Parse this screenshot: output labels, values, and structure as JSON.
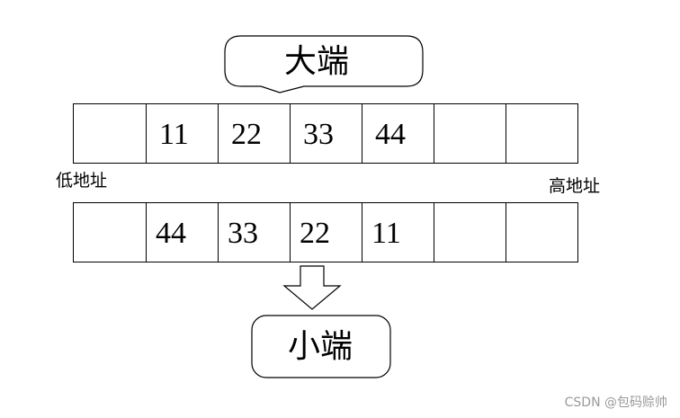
{
  "big_endian_label": "大端",
  "little_endian_label": "小端",
  "top_row": [
    "",
    "11",
    "22",
    "33",
    "44",
    "",
    "",
    ""
  ],
  "bottom_row": [
    "",
    "44",
    "33",
    "22",
    "11",
    "",
    "",
    ""
  ],
  "low_address_label": "低地址",
  "high_address_label": "高地址",
  "watermark": "CSDN @包码赊帅"
}
